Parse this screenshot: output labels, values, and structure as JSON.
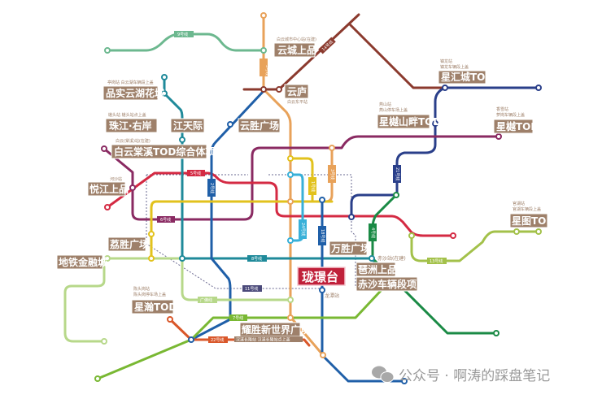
{
  "colors": {
    "line9": "#6cb88f",
    "line3": "#e8a25a",
    "line14": "#8b3a2e",
    "line21": "#2a3f8a",
    "line6": "#8a2a62",
    "line5": "#d42a43",
    "line8": "#1f8a9a",
    "line2": "#1f5fa8",
    "line1": "#e2c21d",
    "line24": "#38b0d8",
    "line18": "#1f5fa8",
    "line4": "#1a8a45",
    "line13": "#a3c14a",
    "line7": "#79b833",
    "guangfo": "#b7d88a",
    "line22": "#d9572a",
    "line11": "#4b4a7a",
    "label_bg": "#9e806a",
    "highlight": "#c0203a"
  },
  "lines": {
    "l9": "9号线",
    "l3": "3号线",
    "l3b": "3号线",
    "l14": "14号线",
    "l21": "21号线",
    "l5": "5号线",
    "l2": "2号线",
    "l6": "6号线",
    "l1": "1号线",
    "l24": "24号线",
    "l18": "18号线",
    "l4": "4号线",
    "l8": "8号线",
    "l11": "11号线",
    "l13": "13号线",
    "gf": "广佛线",
    "l7": "7号线",
    "l22": "22号线"
  },
  "stations": {
    "yuncheng": {
      "name": "云城上品",
      "sub": "白云城市中心站(在建)"
    },
    "yunlu": {
      "name": "云庐",
      "sub": "白云东平站"
    },
    "pinshi": {
      "name": "品实云湖花城",
      "sub": "亭岗站  白云湖车辆段上盖"
    },
    "zhujiang": {
      "name": "珠江·右岸",
      "sub": "槎头站  槎头站点上盖"
    },
    "jiangtianji": {
      "name": "江天际"
    },
    "yunsheng": {
      "name": "云胜广场"
    },
    "baiyun": {
      "name": "白云棠溪TOD综合体项目",
      "sub": "白云(棠溪)站(在建)"
    },
    "xinghui": {
      "name": "星汇城TOD",
      "sub1": "镇龙站",
      "sub2": "镇龙车辆段上盖"
    },
    "xingyueshan": {
      "name": "星樾山畔TOD",
      "sub1": "燕山站",
      "sub2": "燕山停车场上盖"
    },
    "xingyue": {
      "name": "星樾TOD",
      "sub1": "香雪站",
      "sub2": "萝岗车辆段上盖"
    },
    "yuejiang": {
      "name": "悦江上品",
      "sub": "河沙站"
    },
    "xingtu": {
      "name": "星图TOD",
      "sub1": "官湖站",
      "sub2": "官湖车辆段上盖"
    },
    "lisheng": {
      "name": "荔胜广场"
    },
    "jinrongcheng": {
      "name": "地铁金融城"
    },
    "wansheng": {
      "name": "万胜广场"
    },
    "longjingtai": {
      "name": "珑璟台"
    },
    "pazhou": {
      "name": "琶洲上品"
    },
    "chisha": {
      "name": "赤沙车辆段项目"
    },
    "chisha_station": "赤沙站(在建)",
    "longtan": "龙潭站",
    "xinghan": {
      "name": "星瀚TOD",
      "sub1": "陈头岗站",
      "sub2": "陈头岗停车场上盖"
    },
    "yaosheng": {
      "name": "耀胜新世界广场",
      "sub": "汉溪长隆站  汉溪长隆站点上盖"
    }
  },
  "watermark": {
    "icon": "wechat-icon",
    "text": "公众号 · 啊涛的踩盘笔记"
  }
}
